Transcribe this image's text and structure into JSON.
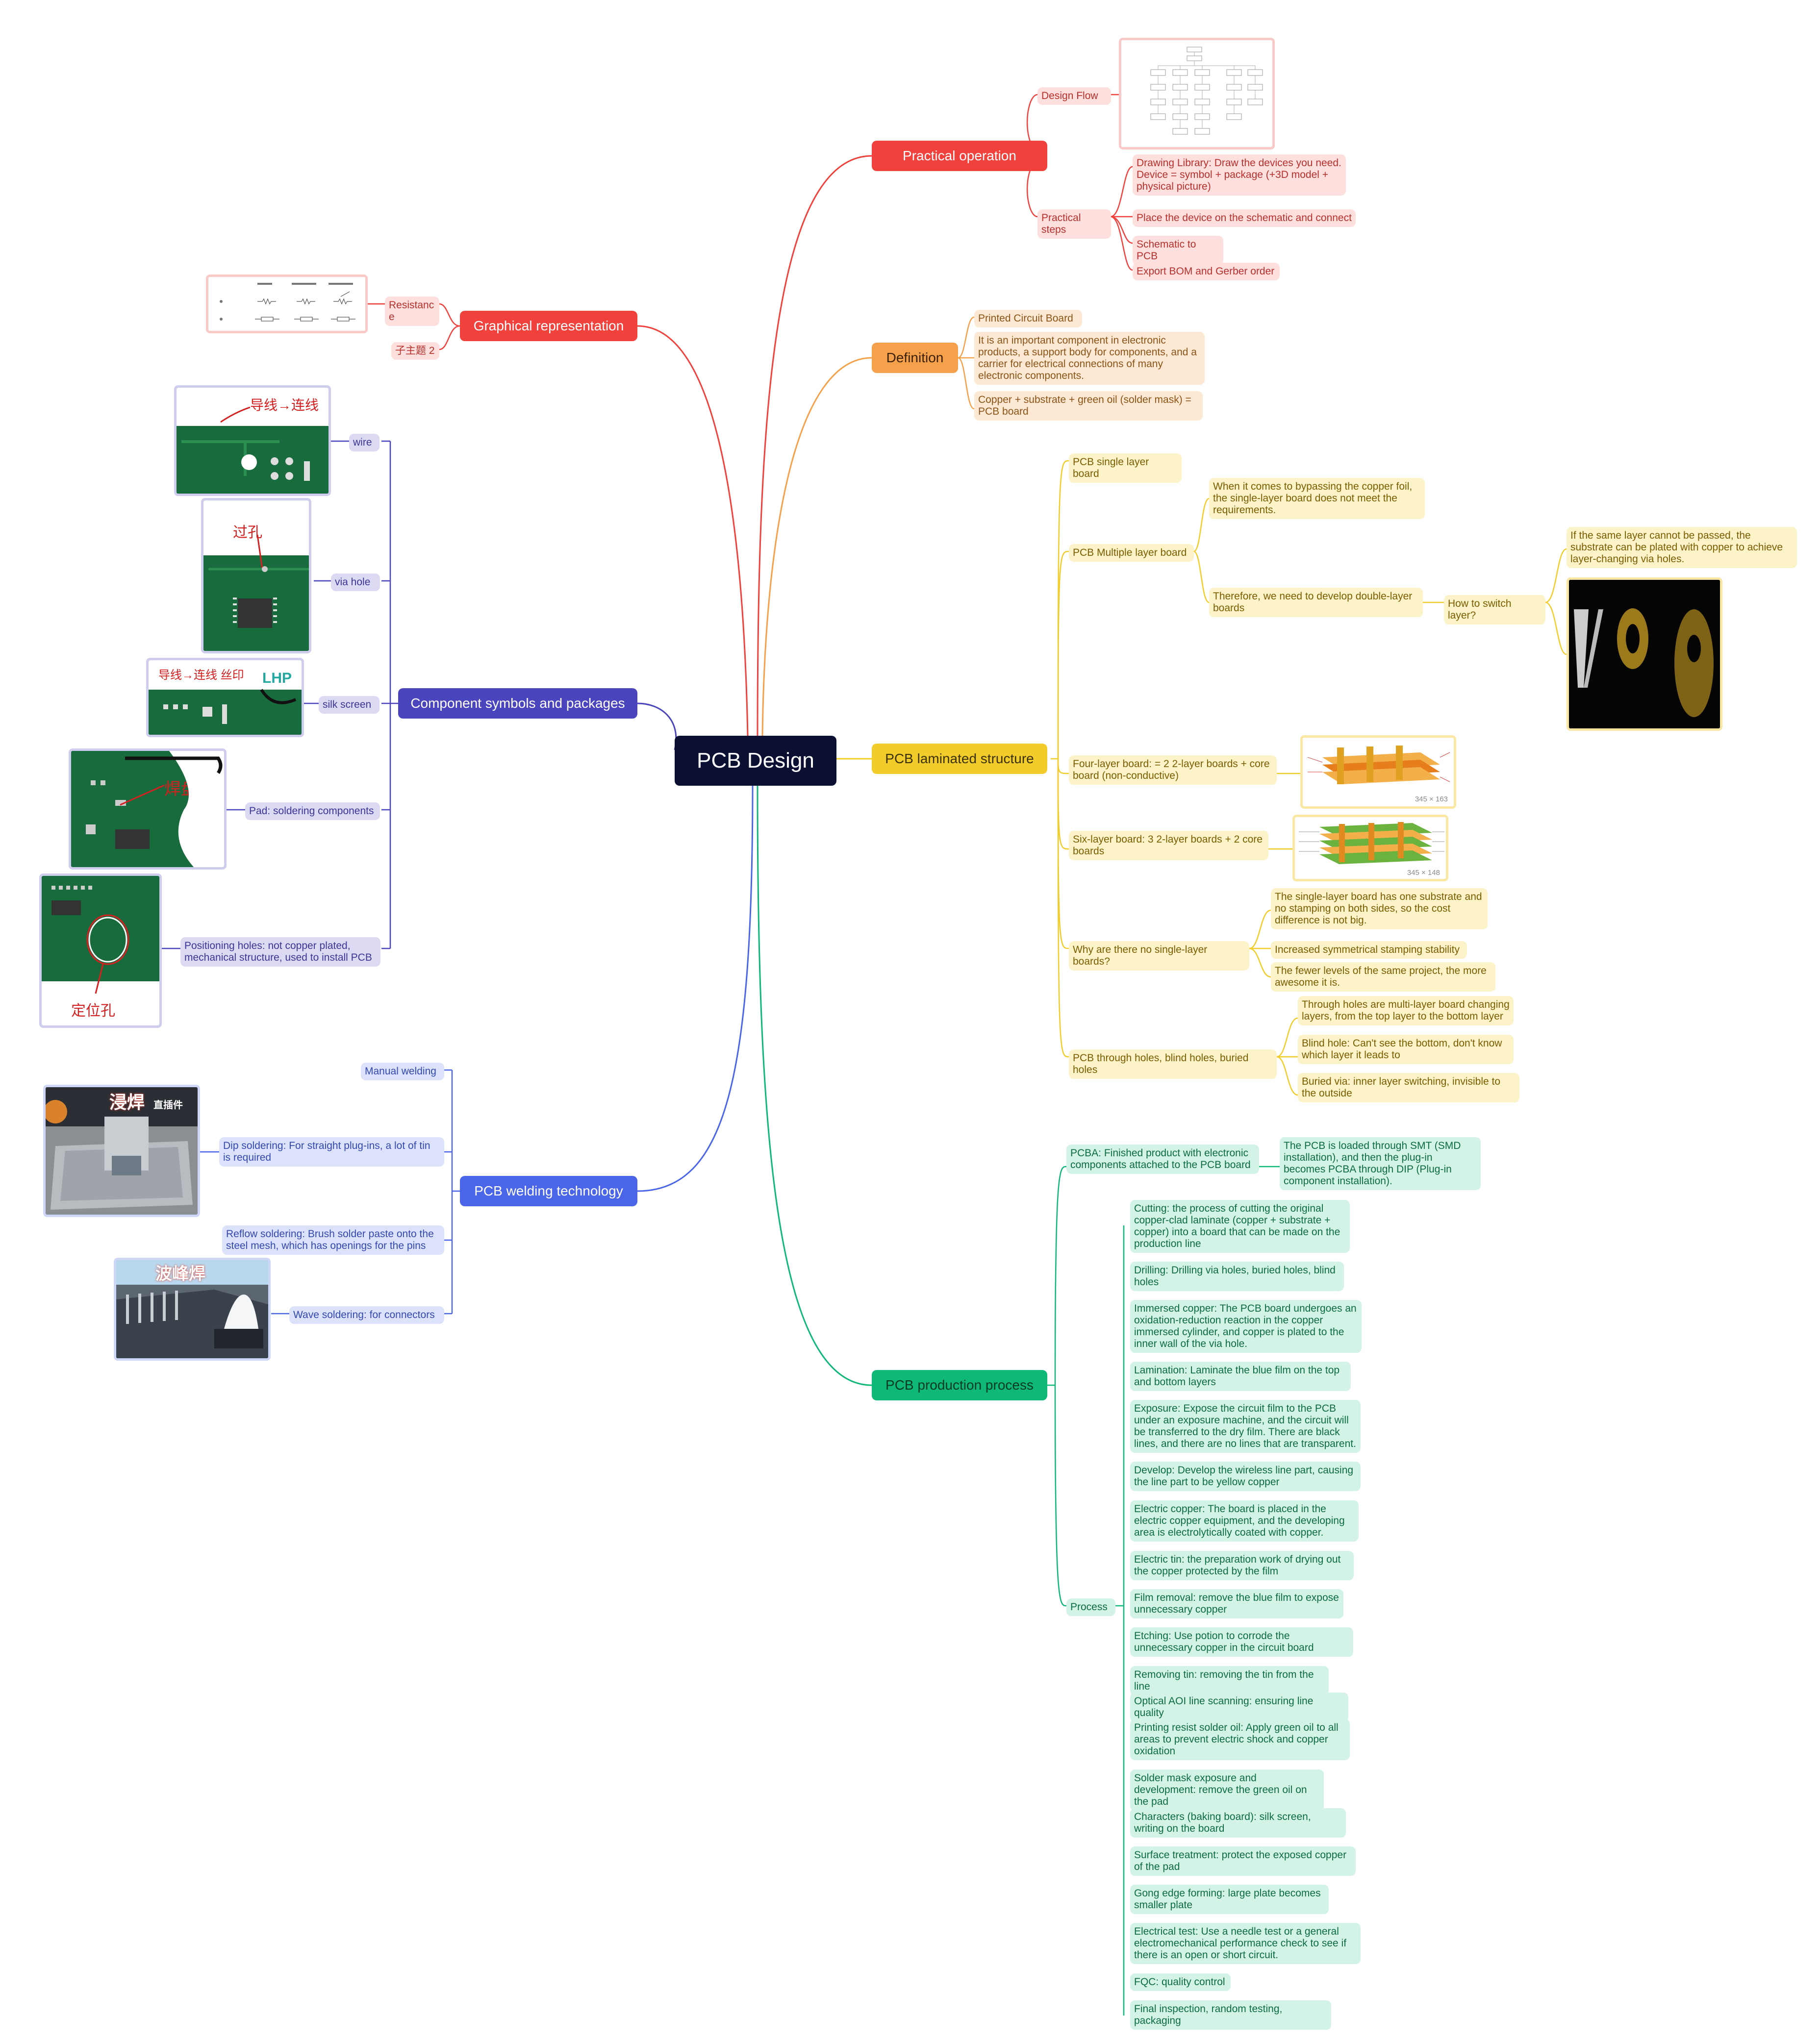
{
  "root": "PCB Design",
  "branches": {
    "practical": {
      "title": "Practical operation",
      "design_flow": "Design Flow",
      "practical_steps": "Practical steps",
      "steps": [
        "Drawing Library: Draw the devices you need. Device = symbol + package (+3D model + physical picture)",
        "Place the device on the schematic and connect",
        "Schematic to PCB",
        "Export BOM and Gerber order"
      ]
    },
    "definition": {
      "title": "Definition",
      "items": [
        "Printed Circuit Board",
        "It is an important component in electronic products, a support body for components, and a carrier for electrical connections of many electronic components.",
        "Copper + substrate + green oil (solder mask) = PCB board"
      ]
    },
    "laminated": {
      "title": "PCB laminated structure",
      "single": "PCB single layer board",
      "multiple": "PCB Multiple layer board",
      "multi_a": "When it comes to bypassing the copper foil, the single-layer board does not meet the requirements.",
      "multi_b": "Therefore, we need to develop double-layer boards",
      "switch": "How to switch layer?",
      "switch_answer": "If the same layer cannot be passed, the substrate can be plated with copper to achieve layer-changing via holes.",
      "four": "Four-layer board: = 2 2-layer boards + core board (non-conductive)",
      "four_img_dim": "345 × 163",
      "six": "Six-layer board: 3 2-layer boards + 2 core boards",
      "six_img_dim": "345 × 148",
      "why": "Why are there no single-layer boards?",
      "why_items": [
        "The single-layer board has one substrate and no stamping on both sides, so the cost difference is not big.",
        "Increased symmetrical stamping stability",
        "The fewer levels of the same project, the more awesome it is."
      ],
      "holes": "PCB through holes, blind holes, buried holes",
      "holes_items": [
        "Through holes are multi-layer board changing layers, from the top layer to the bottom layer",
        "Blind hole: Can't see the bottom, don't know which layer it leads to",
        "Buried via: inner layer switching, invisible to the outside"
      ]
    },
    "production": {
      "title": "PCB production process",
      "pcba": "PCBA: Finished product with electronic components attached to the PCB board",
      "pcba_detail": "The PCB is loaded through SMT (SMD installation), and then the plug-in becomes PCBA through DIP (Plug-in component installation).",
      "process": "Process",
      "steps": [
        "Cutting: the process of cutting the original copper-clad laminate (copper + substrate + copper) into a board that can be made on the production line",
        "Drilling: Drilling via holes, buried holes, blind holes",
        "Immersed copper: The PCB board undergoes an oxidation-reduction reaction in the copper immersed cylinder, and copper is plated to the inner wall of the via hole.",
        "Lamination: Laminate the blue film on the top and bottom layers",
        "Exposure: Expose the circuit film to the PCB under an exposure machine, and the circuit will be transferred to the dry film. There are black lines, and there are no lines that are transparent.",
        "Develop: Develop the wireless line part, causing the line part to be yellow copper",
        "Electric copper: The board is placed in the electric copper equipment, and the developing area is electrolytically coated with copper.",
        "Electric tin: the preparation work of drying out the copper protected by the film",
        "Film removal: remove the blue film to expose unnecessary copper",
        "Etching: Use potion to corrode the unnecessary copper in the circuit board",
        "Removing tin: removing the tin from the line",
        "Optical AOI line scanning: ensuring line quality",
        "Printing resist solder oil: Apply green oil to all areas to prevent electric shock and copper oxidation",
        "Solder mask exposure and development: remove the green oil on the pad",
        "Characters (baking board): silk screen, writing on the board",
        "Surface treatment: protect the exposed copper of the pad",
        "Gong edge forming: large plate becomes smaller plate",
        "Electrical test: Use a needle test or a general electromechanical performance check to see if there is an open or short circuit.",
        "FQC: quality control",
        "Final inspection, random testing, packaging"
      ]
    },
    "graphical": {
      "title": "Graphical representation",
      "resistance": "Resistance",
      "subtopic": "子主题 2"
    },
    "components": {
      "title": "Component symbols and packages",
      "wire": "wire",
      "via": "via hole",
      "silk": "silk screen",
      "pad": "Pad: soldering components",
      "positioning": "Positioning holes: not copper plated, mechanical structure, used to install PCB",
      "annot_wire": "导线→连线",
      "annot_via": "过孔",
      "annot_silk": "导线→连线 丝印",
      "annot_pad": "焊盘",
      "annot_pos": "定位孔",
      "logo": "LHP"
    },
    "welding": {
      "title": "PCB welding technology",
      "manual": "Manual welding",
      "dip": "Dip soldering: For straight plug-ins, a lot of tin is required",
      "reflow": "Reflow soldering: Brush solder paste onto the steel mesh, which has openings for the pins",
      "wave": "Wave soldering: for connectors",
      "dip_img_title": "浸焊",
      "dip_img_sub": "直插件",
      "wave_img_title": "波峰焊"
    }
  },
  "colors": {
    "red": "#f0413d",
    "orange": "#f5a04a",
    "yellow": "#f2cc2a",
    "green": "#0fb877",
    "indigo": "#4a45bd",
    "blue": "#4a65e8",
    "root": "#0b1033"
  }
}
